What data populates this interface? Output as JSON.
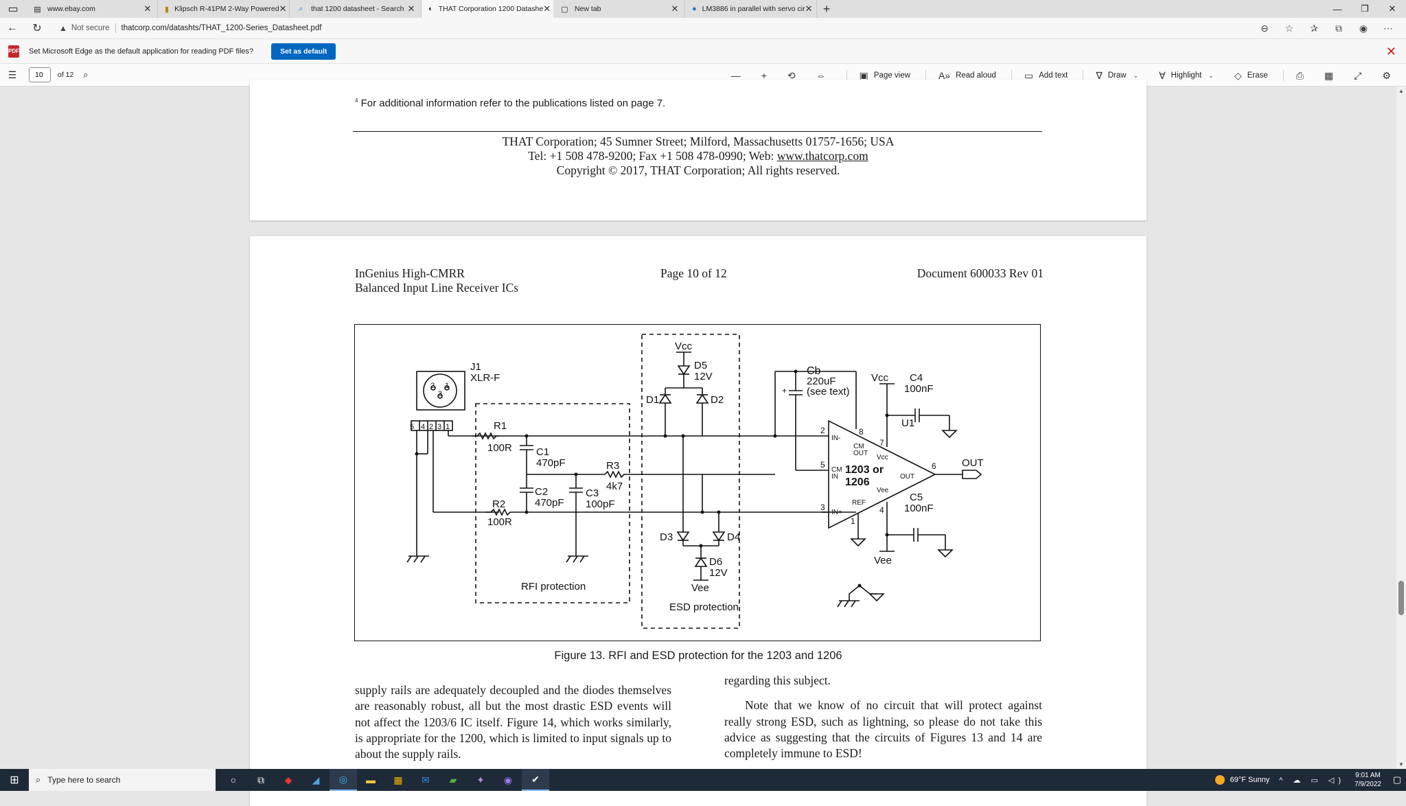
{
  "browser": {
    "tabs": [
      {
        "title": "www.ebay.com",
        "icon": "page-icon",
        "active": false
      },
      {
        "title": "Klipsch R-41PM 2-Way Powered",
        "icon": "klipsch-icon",
        "active": false
      },
      {
        "title": "that 1200 datasheet - Search",
        "icon": "search-icon",
        "active": false
      },
      {
        "title": "THAT Corporation 1200 Datashe",
        "icon": "that-icon",
        "active": true
      },
      {
        "title": "New tab",
        "icon": "newtab-icon",
        "active": false
      },
      {
        "title": "LM3886 in parallel with servo cir",
        "icon": "forum-icon",
        "active": false
      }
    ],
    "not_secure": "Not secure",
    "url": "thatcorp.com/datashts/THAT_1200-Series_Datasheet.pdf",
    "infobar": {
      "message": "Set Microsoft Edge as the default application for reading PDF files?",
      "button": "Set as default"
    }
  },
  "pdf_toolbar": {
    "page_number": "10",
    "page_total": "of 12",
    "page_view": "Page view",
    "read_aloud": "Read aloud",
    "add_text": "Add text",
    "draw": "Draw",
    "highlight": "Highlight",
    "erase": "Erase"
  },
  "page1": {
    "footnote_num": "4",
    "footnote": " For additional information refer to the publications listed on page 7.",
    "footer_line1": "THAT Corporation; 45 Sumner Street; Milford, Massachusetts 01757-1656; USA",
    "footer_line2_prefix": "Tel: +1 508 478-9200; Fax +1 508 478-0990; Web: ",
    "footer_link": "www.thatcorp.com",
    "footer_line3": "Copyright © 2017, THAT Corporation; All rights reserved."
  },
  "page2": {
    "header_left_1": "InGenius High-CMRR",
    "header_left_2": "Balanced Input Line Receiver ICs",
    "header_center": "Page 10 of 12",
    "header_right": "Document 600033 Rev 01",
    "figure_caption": "Figure 13. RFI and ESD protection for the 1203 and 1206",
    "left_column": "supply rails are adequately decoupled and the diodes themselves are reasonably robust, all but the most drastic ESD events will not affect the 1203/6 IC itself. Figure 14, which works similarly, is appropriate for the 1200, which is limited to input signals up to about the supply rails.",
    "right_column_1": "regarding this subject.",
    "right_column_2": "Note that we know of no circuit that will protect against really strong ESD, such as lightning, so please do not take this advice as suggesting that the circuits of Figures 13 and 14 are completely immune to ESD!"
  },
  "schematic": {
    "j1": "J1",
    "xlr": "XLR-F",
    "pin2": "2",
    "pin1": "1",
    "pin3": "3",
    "pins_row": [
      "5",
      "4",
      "2",
      "3",
      "1"
    ],
    "r1": "R1",
    "r1_val": "100R",
    "r2": "R2",
    "r2_val": "100R",
    "r3": "R3",
    "r3_val": "4k7",
    "c1": "C1",
    "c1_val": "470pF",
    "c2": "C2",
    "c2_val": "470pF",
    "c3": "C3",
    "c3_val": "100pF",
    "vcc": "Vcc",
    "vee": "Vee",
    "d1": "D1",
    "d2": "D2",
    "d3": "D3",
    "d4": "D4",
    "d5": "D5",
    "d5_val": "12V",
    "d6": "D6",
    "d6_val": "12V",
    "cb": "Cb",
    "cb_val": "220uF",
    "cb_note": "(see text)",
    "plus": "+",
    "c4": "C4",
    "c4_val": "100nF",
    "c5": "C5",
    "c5_val": "100nF",
    "u1": "U1",
    "chip1": "1203 or",
    "chip2": "1206",
    "out": "OUT",
    "in_minus": "IN-",
    "in_plus": "IN+",
    "cm": "CM",
    "cm_out": "OUT",
    "cm_in": "IN",
    "out_pin": "OUT",
    "ref": "REF",
    "vcc_pin": "Vcc",
    "vee_pin": "Vee",
    "pin_2": "2",
    "pin_8": "8",
    "pin_7": "7",
    "pin_5": "5",
    "pin_6": "6",
    "pin_3": "3",
    "pin_4": "4",
    "pin_1": "1",
    "rfi": "RFI protection",
    "esd": "ESD protection"
  },
  "taskbar": {
    "search_placeholder": "Type here to search",
    "weather": "69°F  Sunny",
    "time": "9:01 AM",
    "date": "7/9/2022"
  }
}
